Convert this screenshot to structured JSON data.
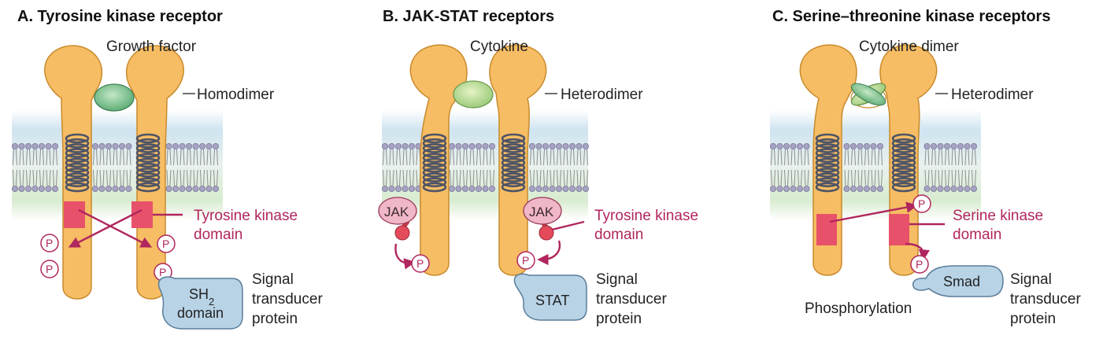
{
  "panels": [
    {
      "title": "A. Tyrosine kinase receptor",
      "ligand_label": "Growth factor",
      "dimer_label": "Homodimer",
      "kinase_label_1": "Tyrosine kinase",
      "kinase_label_2": "domain",
      "phospho": "P",
      "adapter_label_1": "SH",
      "adapter_label_sub": "2",
      "adapter_label_2": "domain",
      "transducer_1": "Signal",
      "transducer_2": "transducer",
      "transducer_3": "protein"
    },
    {
      "title": "B. JAK-STAT receptors",
      "ligand_label": "Cytokine",
      "dimer_label": "Heterodimer",
      "jak": "JAK",
      "kinase_label_1": "Tyrosine kinase",
      "kinase_label_2": "domain",
      "phospho": "P",
      "adapter_label": "STAT",
      "transducer_1": "Signal",
      "transducer_2": "transducer",
      "transducer_3": "protein"
    },
    {
      "title": "C. Serine–threonine kinase receptors",
      "ligand_label": "Cytokine dimer",
      "dimer_label": "Heterodimer",
      "kinase_label_1": "Serine kinase",
      "kinase_label_2": "domain",
      "phospho": "P",
      "adapter_label": "Smad",
      "phosphorylation_label": "Phosphorylation",
      "transducer_1": "Signal",
      "transducer_2": "transducer",
      "transducer_3": "protein"
    }
  ],
  "colors": {
    "receptor": "#f6bd64",
    "kinase_domain": "#e8516a",
    "magenta": "#b0265e",
    "ligand": "#7fc594",
    "adapter": "#b8d3e6",
    "membrane_top": "#cfe4f0",
    "membrane_bottom": "#d8ecd0"
  }
}
